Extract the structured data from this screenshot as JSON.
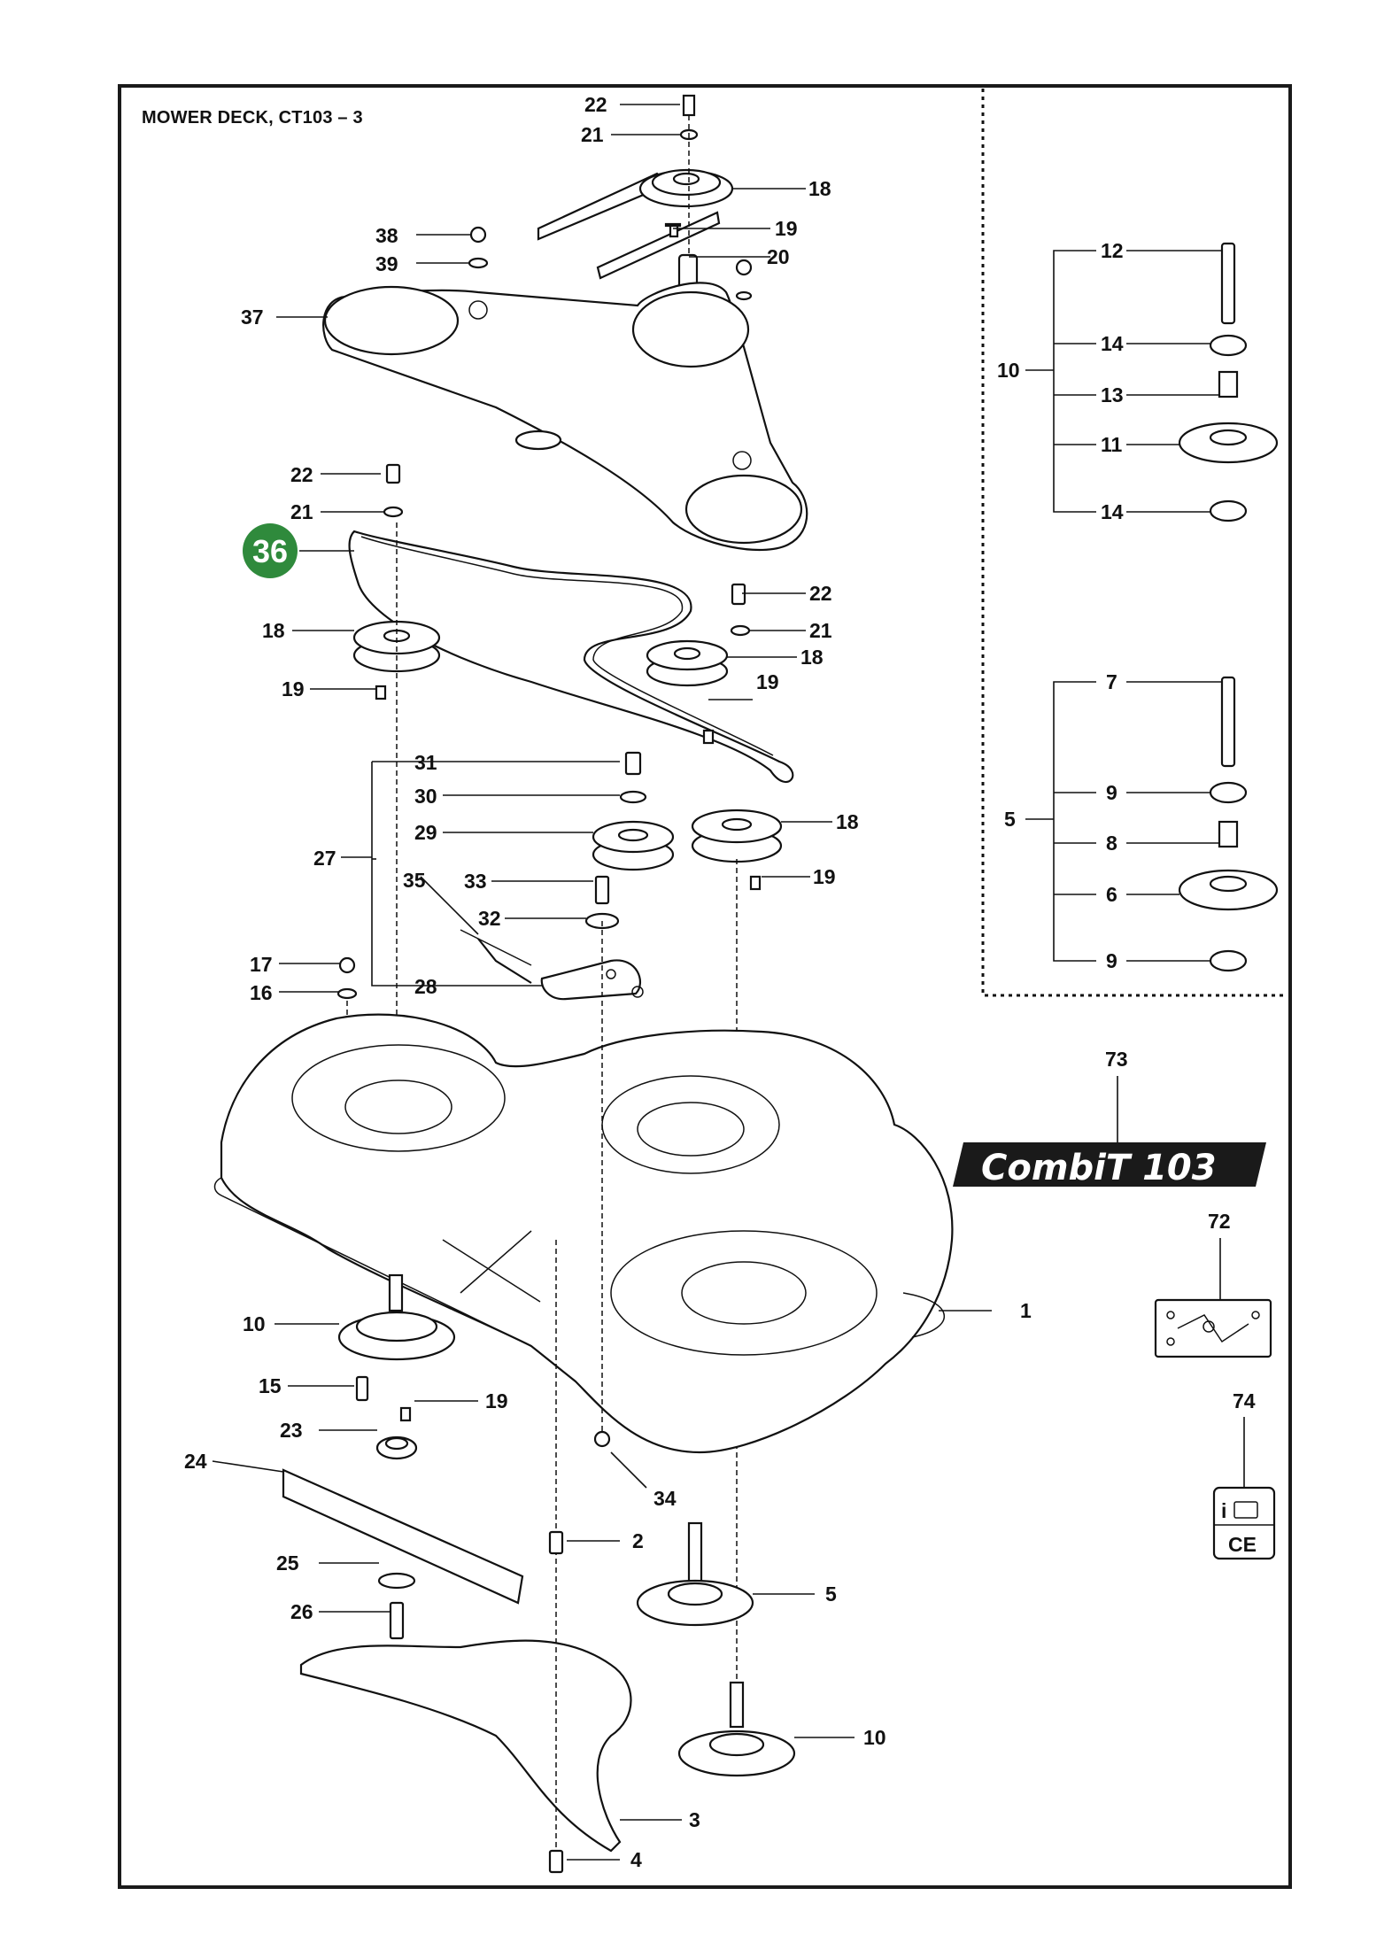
{
  "title": "MOWER DECK, CT103 – 3",
  "highlight": {
    "number": "36",
    "color": "#2f8a3c"
  },
  "brand_label": "CombiT 103",
  "labels": {
    "l22a": "22",
    "l21a": "21",
    "l18a": "18",
    "l19a": "19",
    "l20": "20",
    "l38": "38",
    "l39": "39",
    "l37": "37",
    "l22b": "22",
    "l21b": "21",
    "l18b": "18",
    "l19b": "19",
    "l22c": "22",
    "l21c": "21",
    "l18c": "18",
    "l19c": "19",
    "l31": "31",
    "l30": "30",
    "l29": "29",
    "l27": "27",
    "l18d": "18",
    "l19d": "19",
    "l33": "33",
    "l32": "32",
    "l35": "35",
    "l17": "17",
    "l16": "16",
    "l28": "28",
    "l12": "12",
    "l10a": "10",
    "l14a": "14",
    "l13": "13",
    "l11": "11",
    "l14b": "14",
    "l7": "7",
    "l5a": "5",
    "l9a": "9",
    "l8": "8",
    "l6": "6",
    "l9b": "9",
    "l73": "73",
    "l72": "72",
    "l74": "74",
    "l1": "1",
    "l10b": "10",
    "l15": "15",
    "l19e": "19",
    "l23": "23",
    "l24": "24",
    "l34": "34",
    "l2": "2",
    "l25": "25",
    "l26": "26",
    "l5b": "5",
    "l10c": "10",
    "l3": "3",
    "l4": "4"
  }
}
